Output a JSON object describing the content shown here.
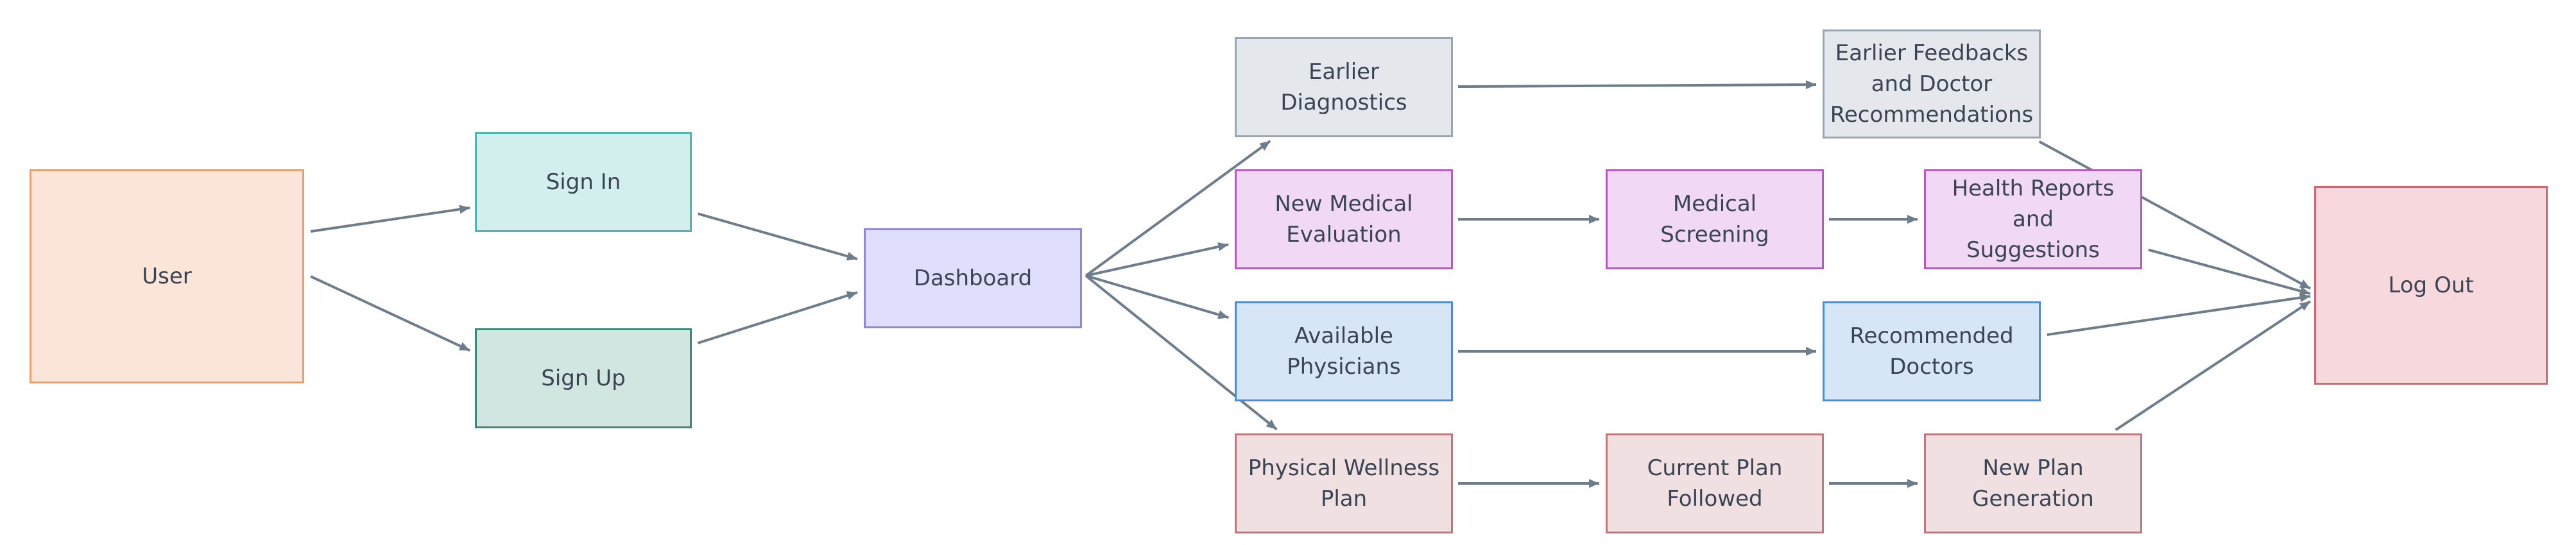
{
  "diagram": {
    "nodes": [
      {
        "id": "user",
        "label": "User",
        "fill": "#fae5d8",
        "border": "#e8a06e"
      },
      {
        "id": "sign_in",
        "label": "Sign In",
        "fill": "#d2efed",
        "border": "#4cb8ae"
      },
      {
        "id": "sign_up",
        "label": "Sign Up",
        "fill": "#d2e6e1",
        "border": "#3d8a78"
      },
      {
        "id": "dashboard",
        "label": "Dashboard",
        "fill": "#e0defd",
        "border": "#8e85e6"
      },
      {
        "id": "earlier_diagnostics",
        "label": "Earlier Diagnostics",
        "fill": "#e4e8ec",
        "border": "#9aa6b4"
      },
      {
        "id": "new_medical_evaluation",
        "label": "New Medical\nEvaluation",
        "fill": "#f1d8f5",
        "border": "#b85ac6"
      },
      {
        "id": "available_physicians",
        "label": "Available\nPhysicians",
        "fill": "#d6e6f6",
        "border": "#4d8cd6"
      },
      {
        "id": "physical_wellness_plan",
        "label": "Physical Wellness\nPlan",
        "fill": "#f0e0e1",
        "border": "#c0787e"
      },
      {
        "id": "medical_screening",
        "label": "Medical Screening",
        "fill": "#f1d8f5",
        "border": "#b85ac6"
      },
      {
        "id": "current_plan_followed",
        "label": "Current Plan\nFollowed",
        "fill": "#f0e0e1",
        "border": "#c0787e"
      },
      {
        "id": "earlier_feedbacks",
        "label": "Earlier Feedbacks\nand Doctor\nRecommendations",
        "fill": "#e4e8ec",
        "border": "#9aa6b4"
      },
      {
        "id": "health_reports",
        "label": "Health Reports and\nSuggestions",
        "fill": "#f1d8f5",
        "border": "#b85ac6"
      },
      {
        "id": "recommended_doctors",
        "label": "Recommended\nDoctors",
        "fill": "#d6e6f6",
        "border": "#4d8cd6"
      },
      {
        "id": "new_plan_generation",
        "label": "New Plan\nGeneration",
        "fill": "#f0e0e1",
        "border": "#c0787e"
      },
      {
        "id": "log_out",
        "label": "Log Out",
        "fill": "#f7d9dd",
        "border": "#d46672"
      }
    ],
    "edges": [
      {
        "from": "user",
        "to": "sign_in"
      },
      {
        "from": "user",
        "to": "sign_up"
      },
      {
        "from": "sign_in",
        "to": "dashboard"
      },
      {
        "from": "sign_up",
        "to": "dashboard"
      },
      {
        "from": "dashboard",
        "to": "earlier_diagnostics"
      },
      {
        "from": "dashboard",
        "to": "new_medical_evaluation"
      },
      {
        "from": "dashboard",
        "to": "available_physicians"
      },
      {
        "from": "dashboard",
        "to": "physical_wellness_plan"
      },
      {
        "from": "earlier_diagnostics",
        "to": "earlier_feedbacks"
      },
      {
        "from": "new_medical_evaluation",
        "to": "medical_screening"
      },
      {
        "from": "medical_screening",
        "to": "health_reports"
      },
      {
        "from": "available_physicians",
        "to": "recommended_doctors"
      },
      {
        "from": "physical_wellness_plan",
        "to": "current_plan_followed"
      },
      {
        "from": "current_plan_followed",
        "to": "new_plan_generation"
      },
      {
        "from": "earlier_feedbacks",
        "to": "log_out"
      },
      {
        "from": "health_reports",
        "to": "log_out"
      },
      {
        "from": "recommended_doctors",
        "to": "log_out"
      },
      {
        "from": "new_plan_generation",
        "to": "log_out"
      }
    ]
  }
}
